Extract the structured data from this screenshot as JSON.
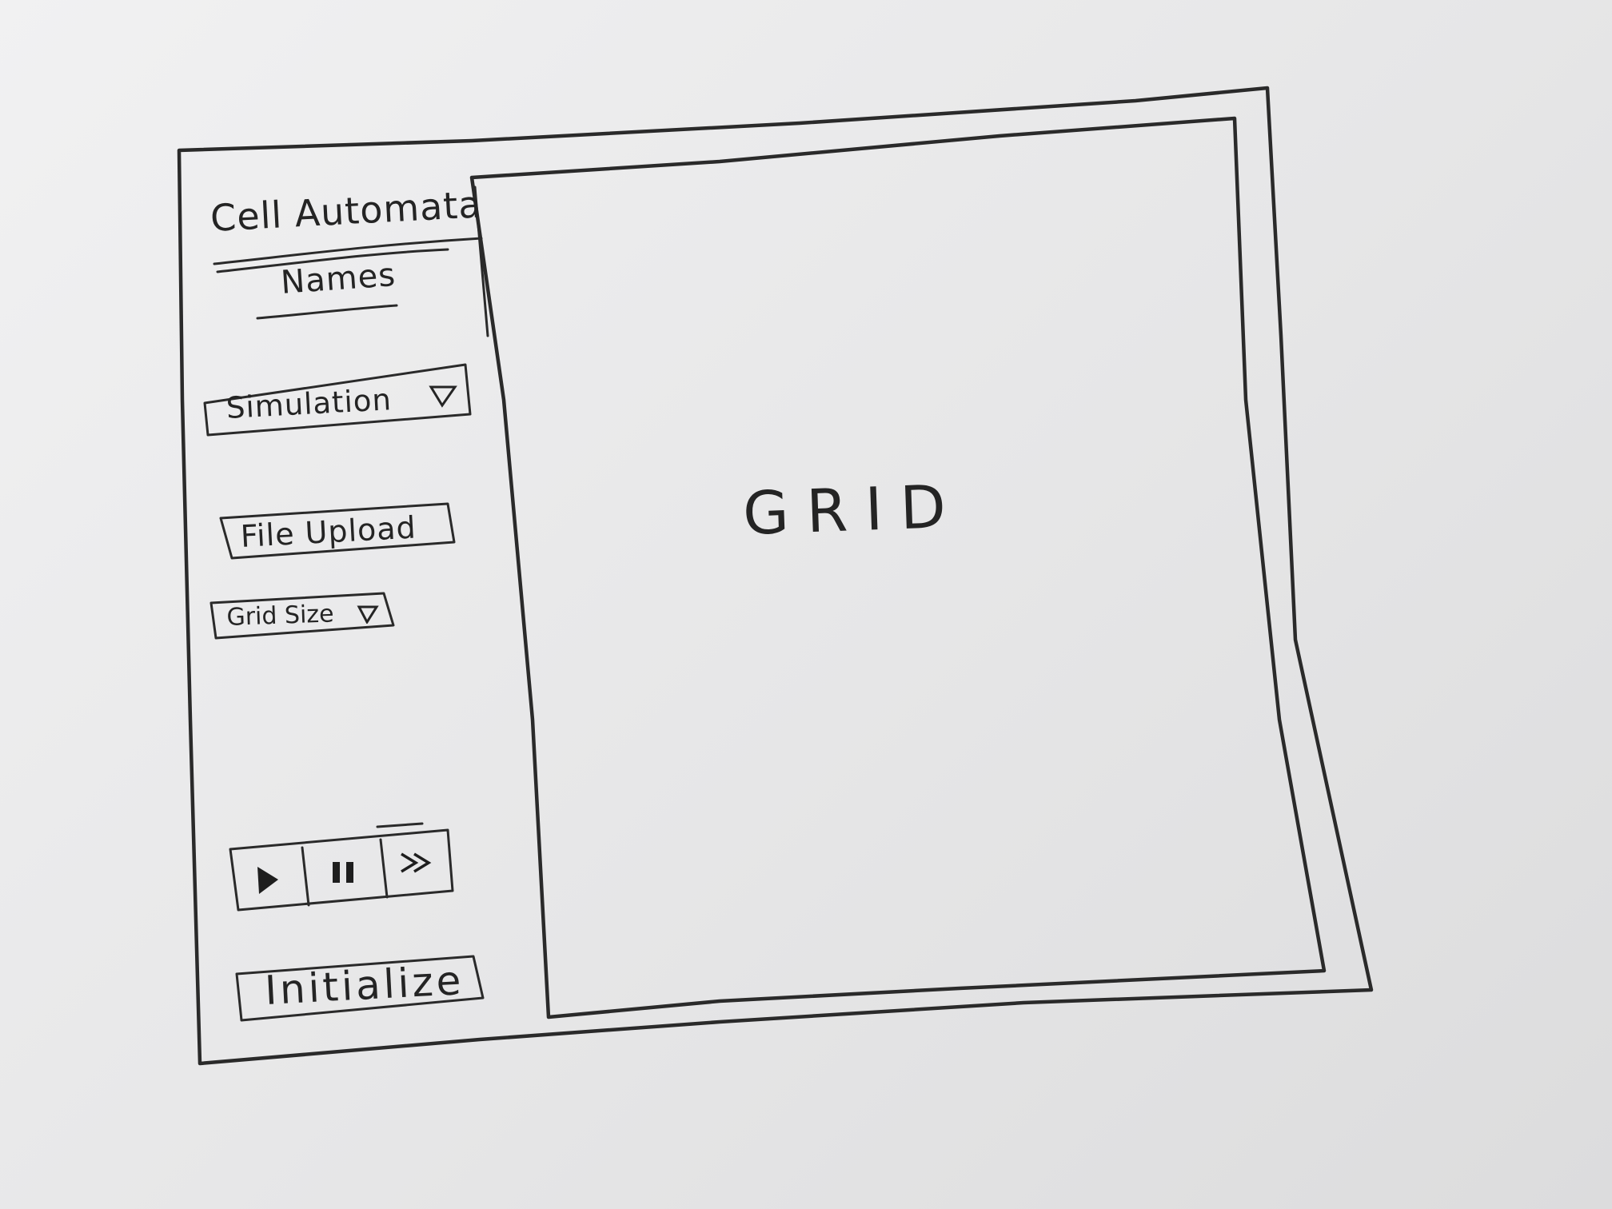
{
  "sidebar": {
    "title": "Cell Automata",
    "subtitle": "Names",
    "simulation_dropdown": {
      "label": "Simulation",
      "icon": "triangle-down-icon"
    },
    "file_upload_button": {
      "label": "File Upload"
    },
    "grid_size_dropdown": {
      "label": "Grid Size",
      "icon": "triangle-down-icon"
    },
    "playback_controls": [
      {
        "name": "play",
        "icon": "play-icon"
      },
      {
        "name": "pause",
        "icon": "pause-icon"
      },
      {
        "name": "fast-forward",
        "icon": "fast-forward-icon"
      }
    ],
    "initialize_button": {
      "label": "Initialize"
    }
  },
  "main": {
    "grid_label": "GRID"
  }
}
